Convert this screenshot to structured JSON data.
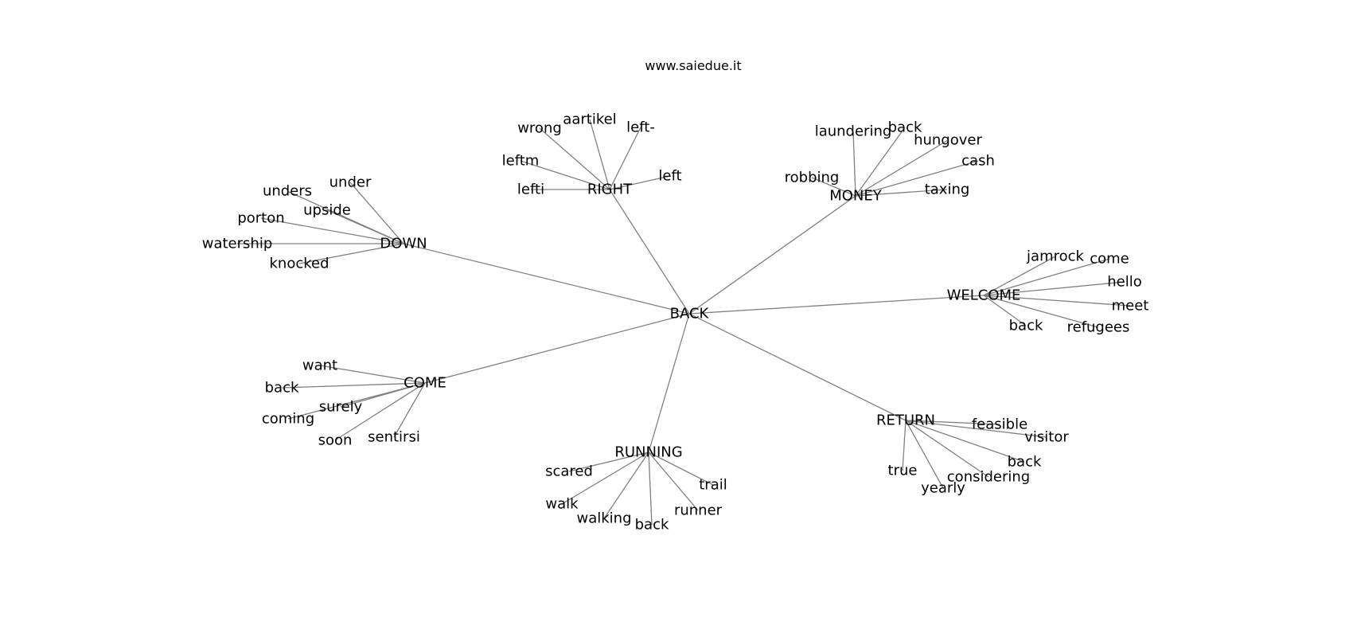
{
  "watermark": "www.saiedue.it",
  "graph": {
    "root": "BACK",
    "hubs": [
      {
        "id": "right",
        "label": "RIGHT",
        "leaves": [
          "wrong",
          "aartikel",
          "left-",
          "leftm",
          "left",
          "lefti"
        ]
      },
      {
        "id": "money",
        "label": "MONEY",
        "leaves": [
          "laundering",
          "back",
          "hungover",
          "cash",
          "robbing",
          "taxing"
        ]
      },
      {
        "id": "down",
        "label": "DOWN",
        "leaves": [
          "under",
          "unders",
          "upside",
          "porton",
          "watership",
          "knocked"
        ]
      },
      {
        "id": "welcome",
        "label": "WELCOME",
        "leaves": [
          "jamrock",
          "come",
          "hello",
          "meet",
          "back",
          "refugees"
        ]
      },
      {
        "id": "come",
        "label": "COME",
        "leaves": [
          "want",
          "back",
          "surely",
          "coming",
          "soon",
          "sentirsi"
        ]
      },
      {
        "id": "running",
        "label": "RUNNING",
        "leaves": [
          "scared",
          "trail",
          "walk",
          "walking",
          "back",
          "runner"
        ]
      },
      {
        "id": "return",
        "label": "RETURN",
        "leaves": [
          "feasible",
          "visitor",
          "back",
          "true",
          "considering",
          "yearly"
        ]
      }
    ]
  }
}
